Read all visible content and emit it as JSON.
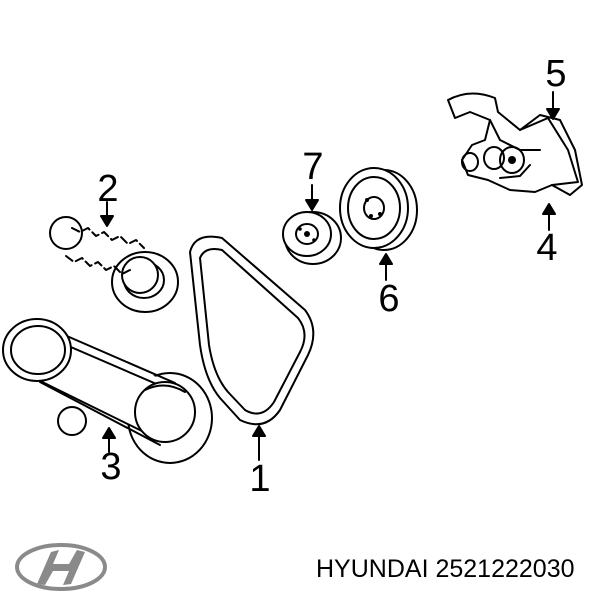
{
  "callouts": {
    "c1": "1",
    "c2": "2",
    "c3": "3",
    "c4": "4",
    "c5": "5",
    "c6": "6",
    "c7": "7"
  },
  "caption": "HYUNDAI 2521222030",
  "logo": {
    "brand": "Hyundai",
    "icon": "hyundai-logo-icon",
    "color": "#8a8a8a"
  },
  "colors": {
    "line": "#000000",
    "background": "#ffffff"
  }
}
